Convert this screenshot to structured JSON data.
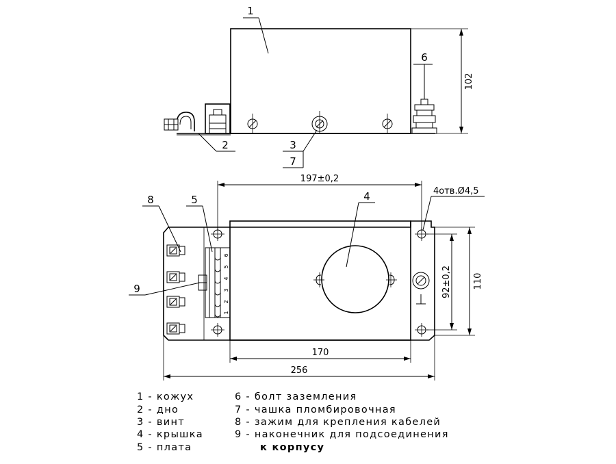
{
  "labels": {
    "kozhuh_num": "1",
    "dno_num": "2",
    "vint_num": "3",
    "kryshka_num": "4",
    "plata_num": "5",
    "bolt_num": "6",
    "chashka_num": "7",
    "zazhim_num": "8",
    "nakonechnik_num": "9"
  },
  "dimensions": {
    "height_top": "102",
    "mount_spacing": "197±0,2",
    "holes": "4отв.Ø4,5",
    "inner_height": "92±0,2",
    "overall_height": "110",
    "cover_width": "170",
    "overall_width": "256"
  },
  "terminal_numbers": [
    "1",
    "2",
    "3",
    "4",
    "5",
    "6"
  ],
  "legend": [
    {
      "left": "1 - кожух",
      "right": "6 - болт заземления"
    },
    {
      "left": "2 - дно",
      "right": "7 - чашка пломбировочная"
    },
    {
      "left": "3 - винт",
      "right": "8 - зажим для крепления кабелей"
    },
    {
      "left": "4 - крышка",
      "right": "9 - наконечник для подсоединения"
    },
    {
      "left": "5 - плата",
      "right": "к корпусу"
    }
  ]
}
